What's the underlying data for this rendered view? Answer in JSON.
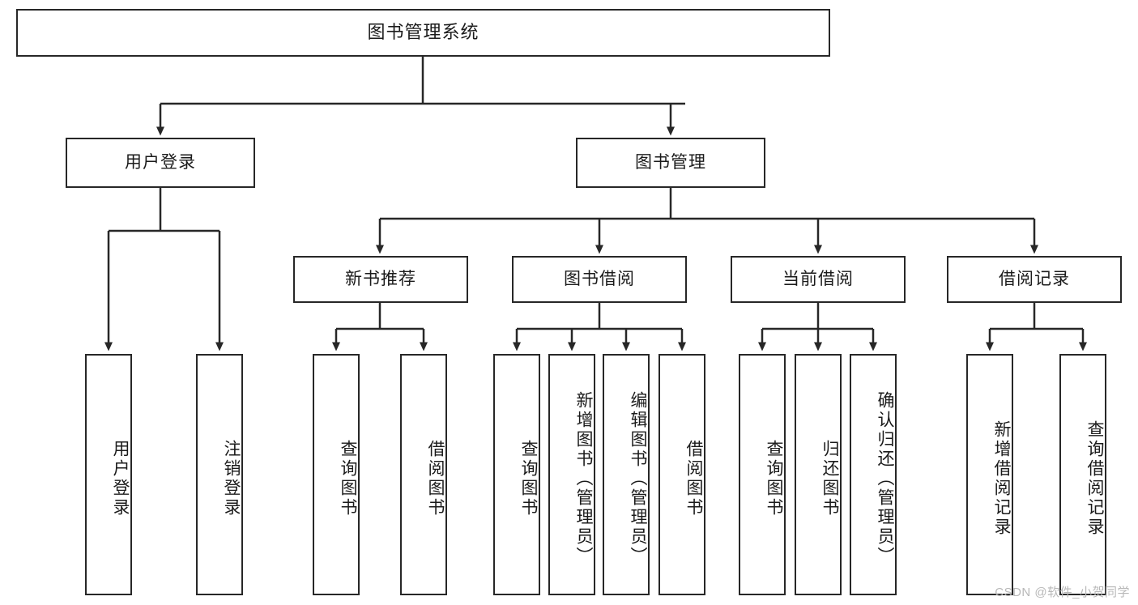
{
  "diagram": {
    "type": "tree-hierarchy",
    "title": "图书管理系统",
    "watermark": "CSDN @软件_小贺同学",
    "colors": {
      "stroke": "#272727",
      "fill": "#ffffff",
      "text": "#1b1b1b",
      "watermark": "#b8b8b8"
    },
    "root": {
      "id": "root",
      "label": "图书管理系统"
    },
    "level2": [
      {
        "id": "user-login",
        "label": "用户登录"
      },
      {
        "id": "book-manage",
        "label": "图书管理"
      }
    ],
    "level3": [
      {
        "id": "new-book-recommend",
        "label": "新书推荐",
        "parent": "book-manage"
      },
      {
        "id": "book-borrow",
        "label": "图书借阅",
        "parent": "book-manage"
      },
      {
        "id": "current-borrow",
        "label": "当前借阅",
        "parent": "book-manage"
      },
      {
        "id": "borrow-record",
        "label": "借阅记录",
        "parent": "book-manage"
      }
    ],
    "leaves": [
      {
        "id": "leaf-user-login",
        "label": "用户登录",
        "parent": "user-login"
      },
      {
        "id": "leaf-logout-login",
        "label": "注销登录",
        "parent": "user-login"
      },
      {
        "id": "leaf-query-book-1",
        "label": "查询图书",
        "parent": "new-book-recommend"
      },
      {
        "id": "leaf-borrow-book-1",
        "label": "借阅图书",
        "parent": "new-book-recommend"
      },
      {
        "id": "leaf-query-book-2",
        "label": "查询图书",
        "parent": "book-borrow"
      },
      {
        "id": "leaf-add-book",
        "label": "新增图书（管理员）",
        "parent": "book-borrow"
      },
      {
        "id": "leaf-edit-book",
        "label": "编辑图书（管理员）",
        "parent": "book-borrow"
      },
      {
        "id": "leaf-borrow-book-2",
        "label": "借阅图书",
        "parent": "book-borrow"
      },
      {
        "id": "leaf-query-book-3",
        "label": "查询图书",
        "parent": "current-borrow"
      },
      {
        "id": "leaf-return-book",
        "label": "归还图书",
        "parent": "current-borrow"
      },
      {
        "id": "leaf-confirm-return",
        "label": "确认归还（管理员）",
        "parent": "current-borrow"
      },
      {
        "id": "leaf-add-record",
        "label": "新增借阅记录",
        "parent": "borrow-record"
      },
      {
        "id": "leaf-query-record",
        "label": "查询借阅记录",
        "parent": "borrow-record"
      }
    ]
  }
}
